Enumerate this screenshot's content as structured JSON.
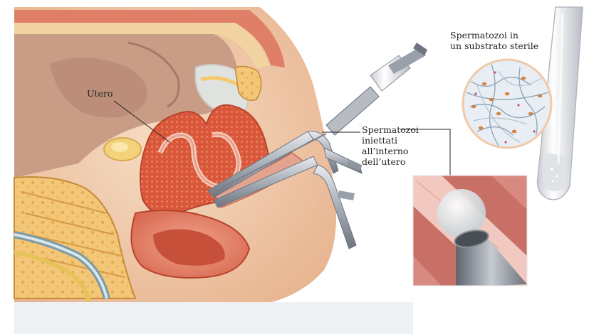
{
  "labels": {
    "uterus": "Utero",
    "injected": [
      "Spermatozoi",
      "iniettati",
      "all’interno",
      "dell’utero"
    ],
    "substrate": [
      "Spermatozoi in",
      "un substrato sterile"
    ]
  },
  "colors": {
    "skin": "#f0c9a8",
    "tissue": "#e06a4a",
    "bone": "#f3c777",
    "steel": "#b9bec6",
    "background": "#ffffff"
  }
}
